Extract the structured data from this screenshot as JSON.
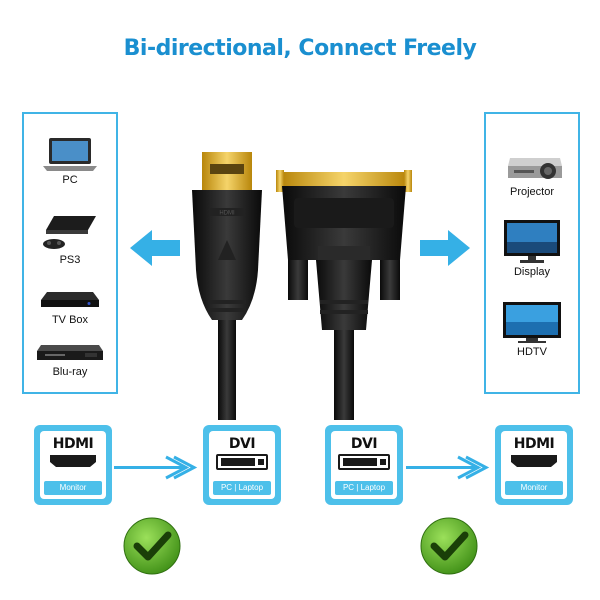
{
  "title": "Bi-directional, Connect Freely",
  "left_devices": [
    {
      "label": "PC",
      "icon": "laptop-icon"
    },
    {
      "label": "PS3",
      "icon": "game-console-icon"
    },
    {
      "label": "TV Box",
      "icon": "tv-box-icon"
    },
    {
      "label": "Blu-ray",
      "icon": "blu-ray-player-icon"
    }
  ],
  "right_devices": [
    {
      "label": "Projector",
      "icon": "projector-icon"
    },
    {
      "label": "Display",
      "icon": "display-icon"
    },
    {
      "label": "HDTV",
      "icon": "hdtv-icon"
    }
  ],
  "flows": [
    {
      "from": {
        "head": "HDMI",
        "sub": "Monitor"
      },
      "to": {
        "head": "DVI",
        "sub": "PC | Laptop"
      }
    },
    {
      "from": {
        "head": "DVI",
        "sub": "PC | Laptop"
      },
      "to": {
        "head": "HDMI",
        "sub": "Monitor"
      }
    }
  ],
  "colors": {
    "accent": "#1a8fd0",
    "panel_border": "#40b4e6",
    "badge": "#4dc0ea",
    "check_green": "#5cb32a"
  }
}
